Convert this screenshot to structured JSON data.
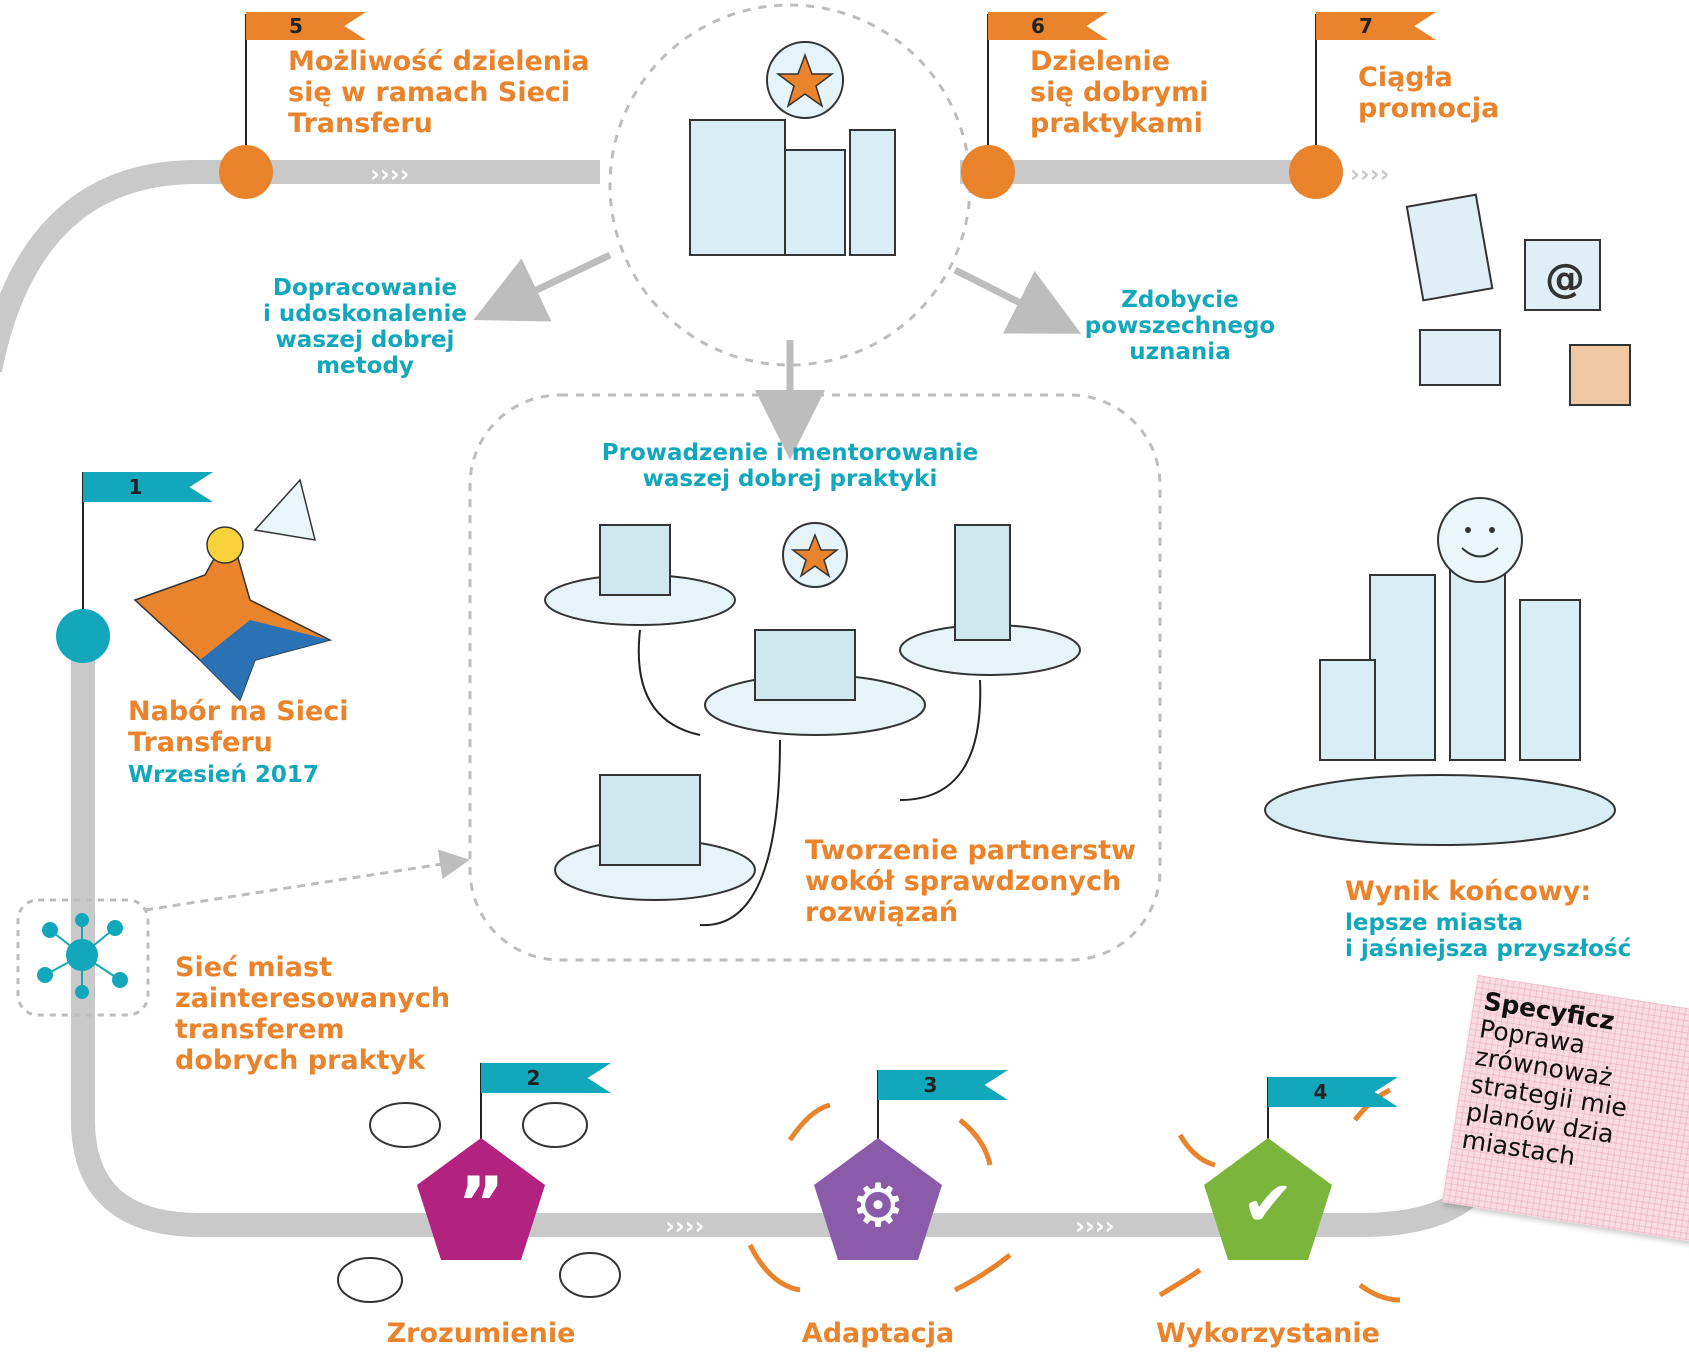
{
  "flags": {
    "f1": "1",
    "f2": "2",
    "f3": "3",
    "f4": "4",
    "f5": "5",
    "f6": "6",
    "f7": "7"
  },
  "top": {
    "step5": [
      "Możliwość dzielenia",
      "się w ramach Sieci",
      "Transferu"
    ],
    "step6": [
      "Dzielenie",
      "się dobrymi",
      "praktykami"
    ],
    "step7": [
      "Ciągła",
      "promocja"
    ],
    "improve": [
      "Dopracowanie",
      "i udoskonalenie",
      "waszej dobrej",
      "metody"
    ],
    "recognition": [
      "Zdobycie",
      "powszechnego",
      "uznania"
    ]
  },
  "center": {
    "mentoring": [
      "Prowadzenie i mentorowanie",
      "waszej dobrej praktyki"
    ],
    "partnerships": [
      "Tworzenie partnerstw",
      "wokół sprawdzonych",
      "rozwiązań"
    ]
  },
  "left": {
    "recruit": [
      "Nabór na Sieci",
      "Transferu"
    ],
    "date": "Wrzesień 2017",
    "network": [
      "Sieć miast",
      "zainteresowanych",
      "transferem",
      "dobrych praktyk"
    ]
  },
  "result": {
    "title": "Wynik końcowy:",
    "lines": [
      "lepsze miasta",
      "i jaśniejsza przyszłość"
    ]
  },
  "stages": {
    "s2": "Zrozumienie",
    "s3": "Adaptacja",
    "s4": "Wykorzystanie"
  },
  "sticky": {
    "title": "Specyficz",
    "lines": [
      "Poprawa",
      "zrównoważ",
      "strategii mie",
      "planów dzia",
      "miastach"
    ]
  },
  "colors": {
    "orange": "#e9832c",
    "teal": "#13a7bb",
    "magenta": "#b2237f",
    "purple": "#8a5ba8",
    "green": "#7bb53c",
    "road": "#c9c9c9"
  },
  "icons": {
    "quote": "quote-icon",
    "gear": "gear-icon",
    "check": "check-icon",
    "star": "star-icon",
    "network": "network-icon"
  }
}
